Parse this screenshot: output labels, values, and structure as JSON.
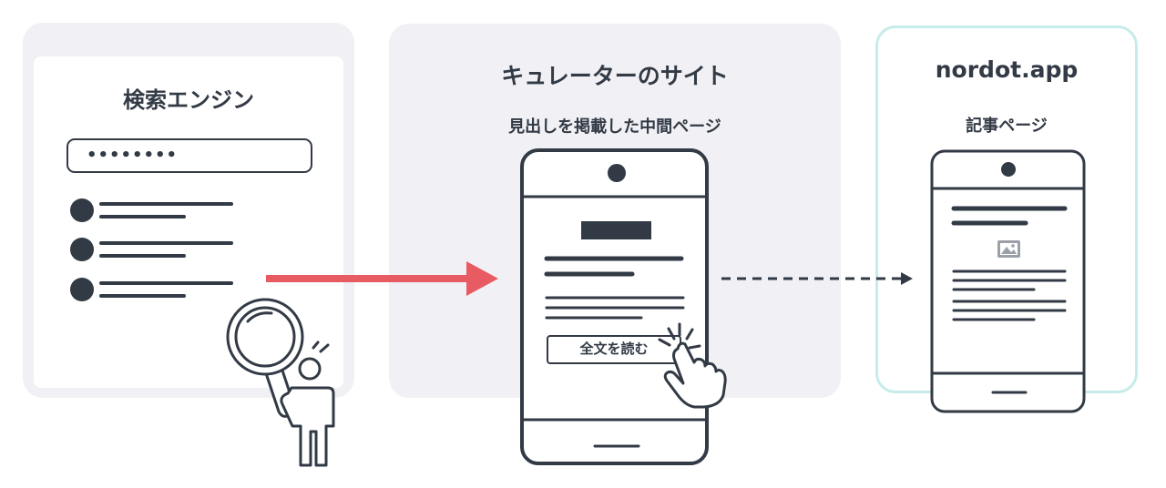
{
  "search_engine": {
    "title": "検索エンジン",
    "query": "••••••••"
  },
  "curator_site": {
    "title": "キュレーターのサイト",
    "subtitle": "見出しを掲載した中間ページ",
    "read_full_button": "全文を読む"
  },
  "nordot": {
    "title": "nordot.app",
    "subtitle": "記事ページ"
  },
  "colors": {
    "panel_bg": "#f1f0f5",
    "ink": "#323a45",
    "arrow_red": "#e95b62",
    "nordot_border": "#c6ecea"
  },
  "icons": [
    "magnifier-icon",
    "person-icon",
    "hand-pointer-icon",
    "image-icon"
  ]
}
